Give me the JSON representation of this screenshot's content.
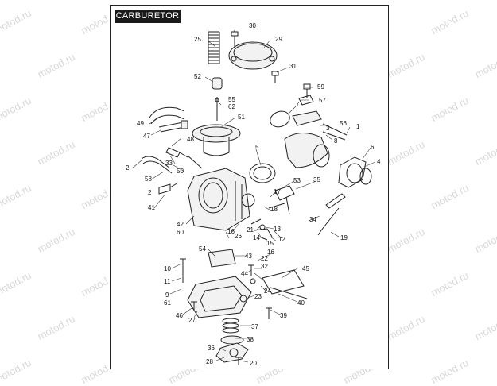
{
  "title": "CARBURETOR",
  "watermark": "motod.ru",
  "callouts": [
    {
      "id": "c30",
      "text": "30"
    },
    {
      "id": "c25",
      "text": "25"
    },
    {
      "id": "c29",
      "text": "29"
    },
    {
      "id": "c31",
      "text": "31"
    },
    {
      "id": "c52",
      "text": "52"
    },
    {
      "id": "c59",
      "text": "59"
    },
    {
      "id": "c57",
      "text": "57"
    },
    {
      "id": "c7",
      "text": "7"
    },
    {
      "id": "c55",
      "text": "55"
    },
    {
      "id": "c62",
      "text": "62"
    },
    {
      "id": "c51",
      "text": "51"
    },
    {
      "id": "c56",
      "text": "56"
    },
    {
      "id": "c3",
      "text": "3"
    },
    {
      "id": "c1",
      "text": "1"
    },
    {
      "id": "c8",
      "text": "8"
    },
    {
      "id": "c49",
      "text": "49"
    },
    {
      "id": "c47",
      "text": "47"
    },
    {
      "id": "c48",
      "text": "48"
    },
    {
      "id": "c33",
      "text": "33"
    },
    {
      "id": "c5",
      "text": "5"
    },
    {
      "id": "c6",
      "text": "6"
    },
    {
      "id": "c4",
      "text": "4"
    },
    {
      "id": "c2a",
      "text": "2"
    },
    {
      "id": "c50",
      "text": "50"
    },
    {
      "id": "c58",
      "text": "58"
    },
    {
      "id": "c2b",
      "text": "2"
    },
    {
      "id": "c53",
      "text": "53"
    },
    {
      "id": "c35",
      "text": "35"
    },
    {
      "id": "c17",
      "text": "17"
    },
    {
      "id": "c41",
      "text": "41"
    },
    {
      "id": "c18",
      "text": "18"
    },
    {
      "id": "c34",
      "text": "34"
    },
    {
      "id": "c42",
      "text": "42"
    },
    {
      "id": "c60",
      "text": "60"
    },
    {
      "id": "c16a",
      "text": "16"
    },
    {
      "id": "c26",
      "text": "26"
    },
    {
      "id": "c21",
      "text": "21"
    },
    {
      "id": "c13",
      "text": "13"
    },
    {
      "id": "c14",
      "text": "14"
    },
    {
      "id": "c15",
      "text": "15"
    },
    {
      "id": "c12",
      "text": "12"
    },
    {
      "id": "c19",
      "text": "19"
    },
    {
      "id": "c54",
      "text": "54"
    },
    {
      "id": "c43",
      "text": "43"
    },
    {
      "id": "c16b",
      "text": "16"
    },
    {
      "id": "c22",
      "text": "22"
    },
    {
      "id": "c10",
      "text": "10"
    },
    {
      "id": "c32",
      "text": "32"
    },
    {
      "id": "c44",
      "text": "44"
    },
    {
      "id": "c45",
      "text": "45"
    },
    {
      "id": "c11",
      "text": "11"
    },
    {
      "id": "c9",
      "text": "9"
    },
    {
      "id": "c61",
      "text": "61"
    },
    {
      "id": "c23",
      "text": "23"
    },
    {
      "id": "c24",
      "text": "24"
    },
    {
      "id": "c40",
      "text": "40"
    },
    {
      "id": "c46",
      "text": "46"
    },
    {
      "id": "c27",
      "text": "27"
    },
    {
      "id": "c39",
      "text": "39"
    },
    {
      "id": "c37",
      "text": "37"
    },
    {
      "id": "c38",
      "text": "38"
    },
    {
      "id": "c36",
      "text": "36"
    },
    {
      "id": "c28",
      "text": "28"
    },
    {
      "id": "c20",
      "text": "20"
    }
  ]
}
